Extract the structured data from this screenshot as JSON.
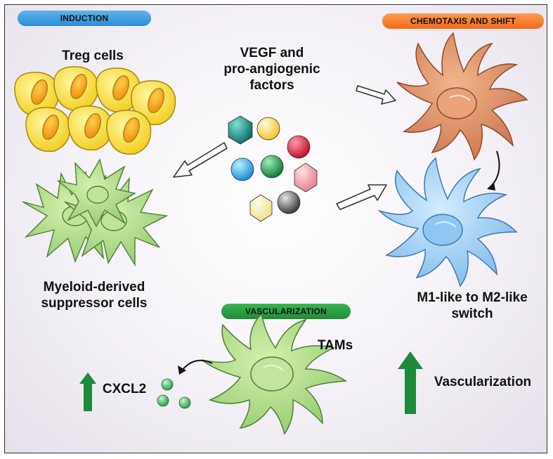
{
  "pills": {
    "induction": "INDUCTION",
    "chemotaxis": "CHEMOTAXIS AND SHIFT",
    "vascularization": "VASCULARIZATION"
  },
  "labels": {
    "treg": "Treg cells",
    "vegf_line1": "VEGF and",
    "vegf_line2": "pro-angiogenic",
    "vegf_line3": "factors",
    "mdsc_line1": "Myeloid-derived",
    "mdsc_line2": "suppressor cells",
    "m1m2_line1": "M1-like to M2-like",
    "m1m2_line2": "switch",
    "tams": "TAMs",
    "cxcl2": "CXCL2",
    "vasc": "Vascularization"
  },
  "colors": {
    "induction": "#2a8fd6",
    "chemotaxis": "#f07a25",
    "vascularization": "#1f9a3c",
    "up_arrow": "#1e8a3a"
  }
}
